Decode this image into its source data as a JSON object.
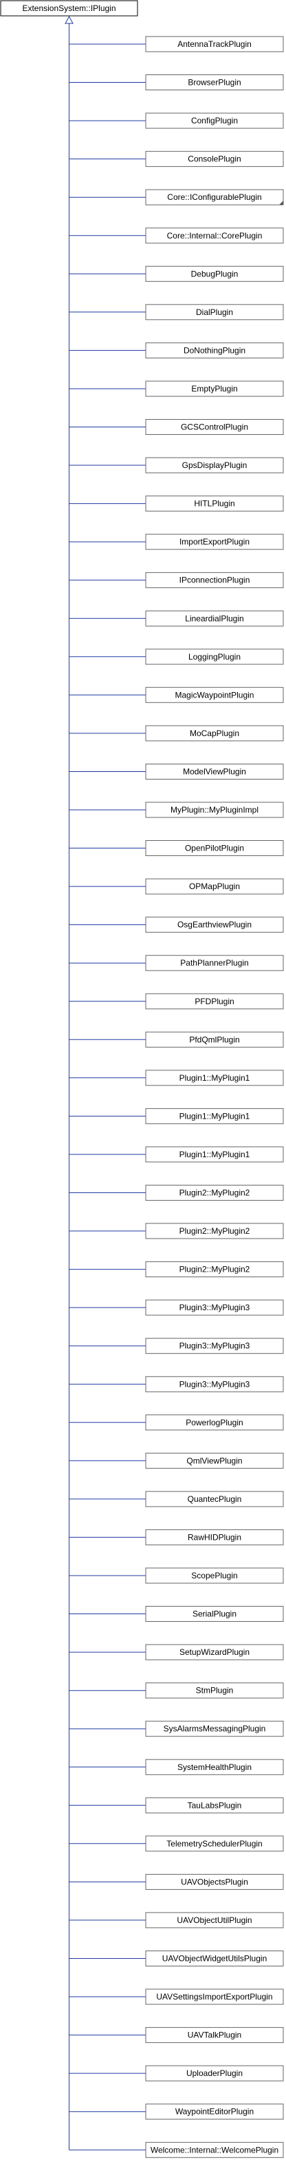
{
  "diagram": {
    "type": "inheritance-graph",
    "base_class": "ExtensionSystem::IPlugin",
    "derived_classes": [
      {
        "name": "AntennaTrackPlugin"
      },
      {
        "name": "BrowserPlugin"
      },
      {
        "name": "ConfigPlugin"
      },
      {
        "name": "ConsolePlugin"
      },
      {
        "name": "Core::IConfigurablePlugin",
        "has_children": true
      },
      {
        "name": "Core::Internal::CorePlugin"
      },
      {
        "name": "DebugPlugin"
      },
      {
        "name": "DialPlugin"
      },
      {
        "name": "DoNothingPlugin"
      },
      {
        "name": "EmptyPlugin"
      },
      {
        "name": "GCSControlPlugin"
      },
      {
        "name": "GpsDisplayPlugin"
      },
      {
        "name": "HITLPlugin"
      },
      {
        "name": "ImportExportPlugin"
      },
      {
        "name": "IPconnectionPlugin"
      },
      {
        "name": "LineardialPlugin"
      },
      {
        "name": "LoggingPlugin"
      },
      {
        "name": "MagicWaypointPlugin"
      },
      {
        "name": "MoCapPlugin"
      },
      {
        "name": "ModelViewPlugin"
      },
      {
        "name": "MyPlugin::MyPluginImpl"
      },
      {
        "name": "OpenPilotPlugin"
      },
      {
        "name": "OPMapPlugin"
      },
      {
        "name": "OsgEarthviewPlugin"
      },
      {
        "name": "PathPlannerPlugin"
      },
      {
        "name": "PFDPlugin"
      },
      {
        "name": "PfdQmlPlugin"
      },
      {
        "name": "Plugin1::MyPlugin1"
      },
      {
        "name": "Plugin1::MyPlugin1"
      },
      {
        "name": "Plugin1::MyPlugin1"
      },
      {
        "name": "Plugin2::MyPlugin2"
      },
      {
        "name": "Plugin2::MyPlugin2"
      },
      {
        "name": "Plugin2::MyPlugin2"
      },
      {
        "name": "Plugin3::MyPlugin3"
      },
      {
        "name": "Plugin3::MyPlugin3"
      },
      {
        "name": "Plugin3::MyPlugin3"
      },
      {
        "name": "PowerlogPlugin"
      },
      {
        "name": "QmlViewPlugin"
      },
      {
        "name": "QuantecPlugin"
      },
      {
        "name": "RawHIDPlugin"
      },
      {
        "name": "ScopePlugin"
      },
      {
        "name": "SerialPlugin"
      },
      {
        "name": "SetupWizardPlugin"
      },
      {
        "name": "StmPlugin"
      },
      {
        "name": "SysAlarmsMessagingPlugin"
      },
      {
        "name": "SystemHealthPlugin"
      },
      {
        "name": "TauLabsPlugin"
      },
      {
        "name": "TelemetrySchedulerPlugin"
      },
      {
        "name": "UAVObjectsPlugin"
      },
      {
        "name": "UAVObjectUtilPlugin"
      },
      {
        "name": "UAVObjectWidgetUtilsPlugin"
      },
      {
        "name": "UAVSettingsImportExportPlugin"
      },
      {
        "name": "UAVTalkPlugin"
      },
      {
        "name": "UploaderPlugin"
      },
      {
        "name": "WaypointEditorPlugin"
      },
      {
        "name": "Welcome::Internal::WelcomePlugin"
      }
    ]
  }
}
